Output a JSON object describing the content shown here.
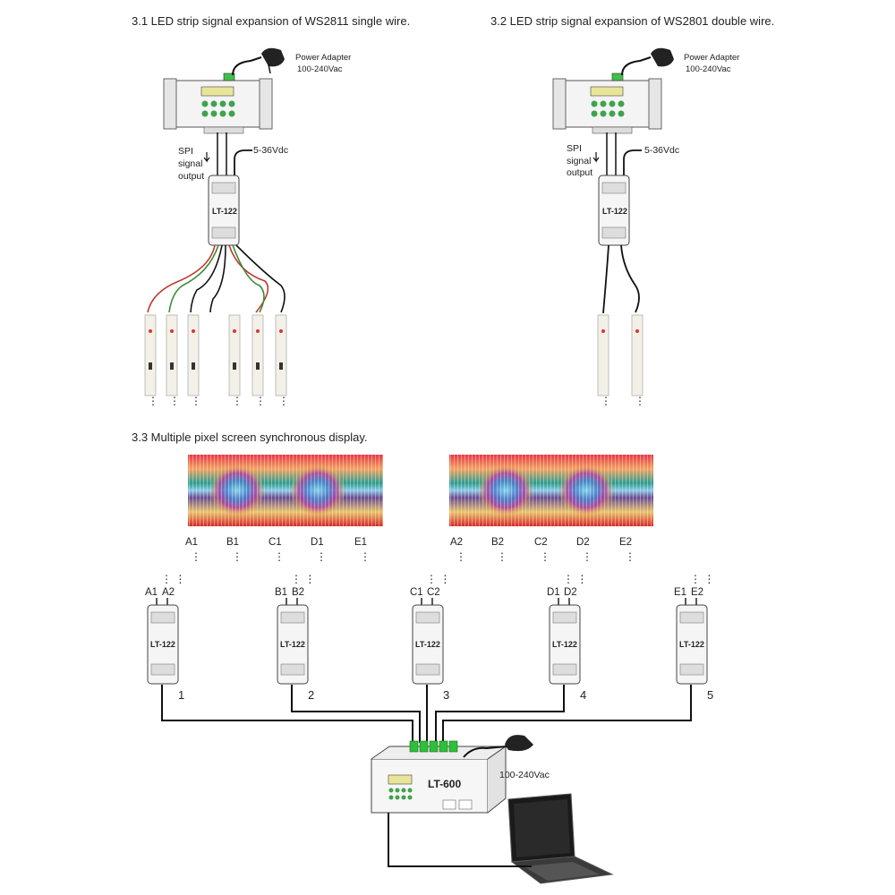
{
  "headings": {
    "h31": "3.1 LED strip signal expansion of WS2811 single wire.",
    "h32": "3.2 LED strip signal expansion of WS2801 double wire.",
    "h33": "3.3 Multiple pixel screen synchronous display."
  },
  "labels": {
    "power_adapter": "Power Adapter",
    "vac": "100-240Vac",
    "spi1": "SPI",
    "spi2": "signal",
    "spi3": "output",
    "vdc": "5-36Vdc",
    "decoder": "LT-122",
    "controller": "LT-600",
    "vac_bottom": "100-240Vac"
  },
  "screens": {
    "screen1_ports": [
      "A1",
      "B1",
      "C1",
      "D1",
      "E1"
    ],
    "screen2_ports": [
      "A2",
      "B2",
      "C2",
      "D2",
      "E2"
    ]
  },
  "decoders": [
    {
      "p1": "A1",
      "p2": "A2",
      "num": "1"
    },
    {
      "p1": "B1",
      "p2": "B2",
      "num": "2"
    },
    {
      "p1": "C1",
      "p2": "C2",
      "num": "3"
    },
    {
      "p1": "D1",
      "p2": "D2",
      "num": "4"
    },
    {
      "p1": "E1",
      "p2": "E2",
      "num": "5"
    }
  ],
  "colors": {
    "red_wire": "#c0392b",
    "green_wire": "#3a8a3a",
    "black_wire": "#111111",
    "terminal_green": "#2fbf3a"
  }
}
